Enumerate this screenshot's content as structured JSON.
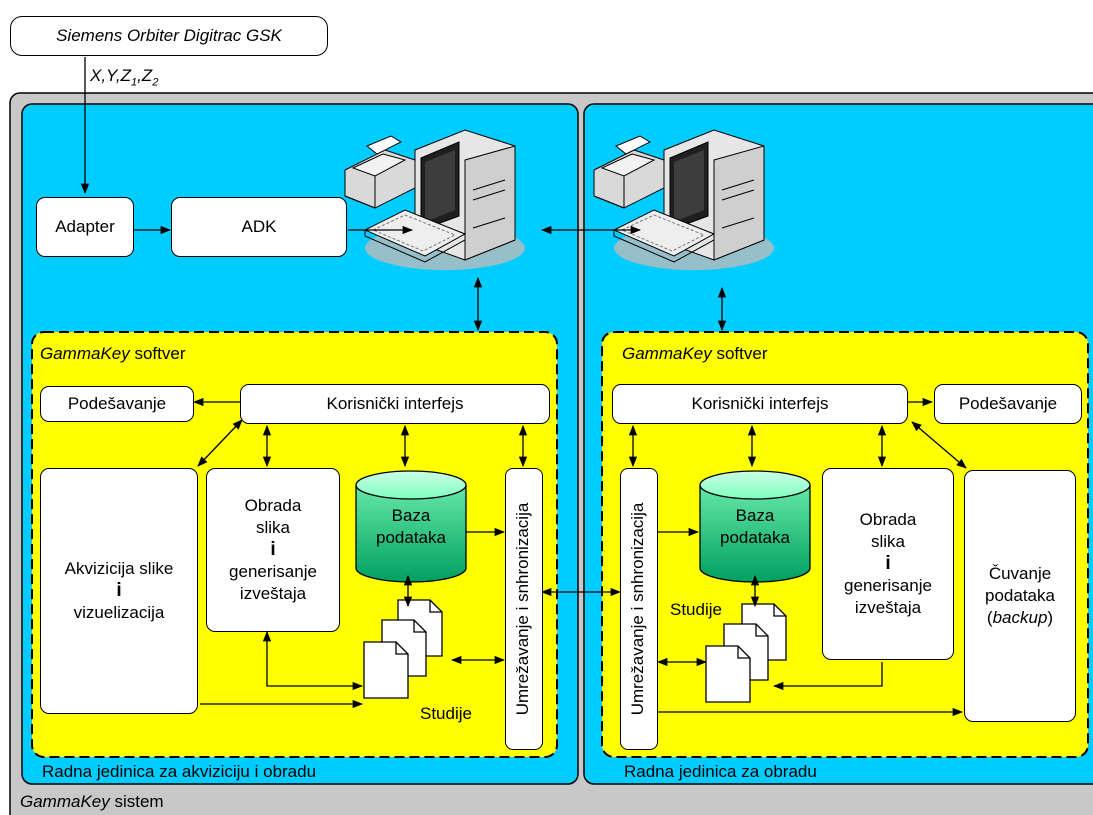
{
  "source_device": "Siemens Orbiter Digitrac GSK",
  "signal_label": {
    "base": "X,Y,Z",
    "sub1": "1",
    "sep": ",Z",
    "sub2": "2"
  },
  "system_label": {
    "name": "GammaKey",
    "suffix": " sistem"
  },
  "left_unit": {
    "caption": "Radna jedinica za akviziciju i obradu",
    "adapter": "Adapter",
    "adk": "ADK",
    "software_title": {
      "name": "GammaKey",
      "suffix": " softver"
    },
    "settings": "Podešavanje",
    "user_interface": "Korisnički interfejs",
    "acquisition": {
      "line1": "Akvizicija slike",
      "line2": "i",
      "line3": "vizuelizacija"
    },
    "processing": {
      "line1": "Obrada",
      "line2": "slika",
      "line3": "i",
      "line4": "generisanje",
      "line5": "izveštaja"
    },
    "database": {
      "line1": "Baza",
      "line2": "podataka"
    },
    "networking": "Umrežavanje i snhronizacija",
    "studies": "Studije"
  },
  "right_unit": {
    "caption": "Radna jedinica za obradu",
    "software_title": {
      "name": "GammaKey",
      "suffix": " softver"
    },
    "settings": "Podešavanje",
    "user_interface": "Korisnički interfejs",
    "networking": "Umrežavanje i snhronizacija",
    "database": {
      "line1": "Baza",
      "line2": "podataka"
    },
    "processing": {
      "line1": "Obrada",
      "line2": "slika",
      "line3": "i",
      "line4": "generisanje",
      "line5": "izveštaja"
    },
    "backup": {
      "line1": "Čuvanje",
      "line2": "podataka",
      "line3_open": "(",
      "line3_word": "backup",
      "line3_close": ")"
    },
    "studies": "Studije"
  },
  "colors": {
    "system_bg": "#c8c8c8",
    "unit_bg": "#00ccff",
    "software_bg": "#ffff00",
    "database_top": "#99ffcc",
    "database_bottom": "#00a060"
  },
  "icons": [
    "computer-icon",
    "printer-icon",
    "keyboard-icon",
    "document-stack-icon",
    "database-icon"
  ]
}
